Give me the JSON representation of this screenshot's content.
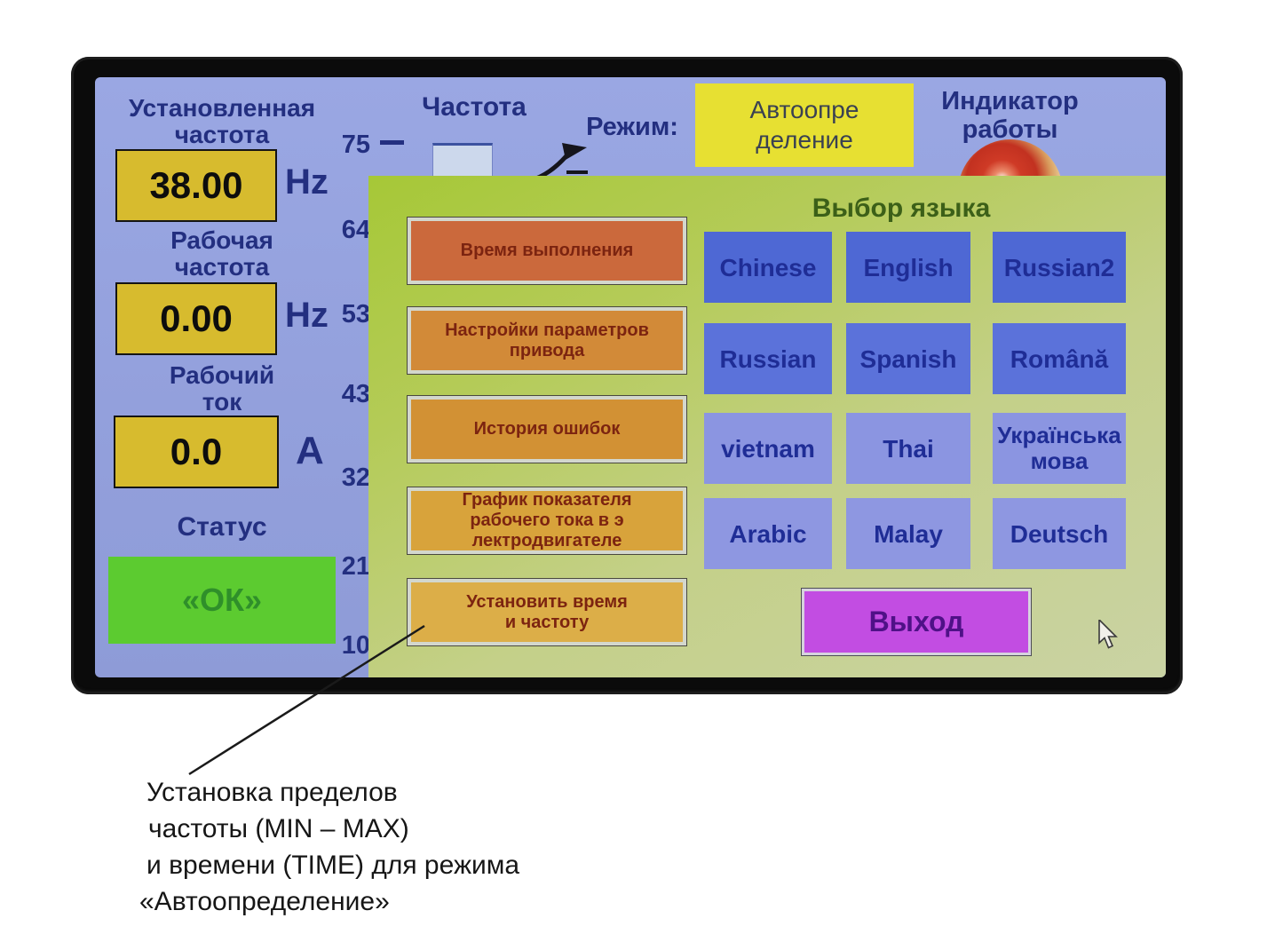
{
  "screen": {
    "set_frequency": {
      "label_lines": [
        "Установленная",
        "частота"
      ],
      "value": "38.00",
      "unit": "Hz"
    },
    "working_frequency": {
      "label_lines": [
        "Рабочая",
        "частота"
      ],
      "value": "0.00",
      "unit": "Hz"
    },
    "working_current": {
      "label_lines": [
        "Рабочий",
        "ток"
      ],
      "value": "0.0",
      "unit": "A"
    },
    "status": {
      "label": "Статус",
      "value": "«ОК»"
    },
    "frequency_chart": {
      "label": "Частота",
      "ticks": [
        "75",
        "64",
        "53",
        "43",
        "32",
        "21",
        "10"
      ]
    },
    "mode": {
      "label": "Режим:",
      "value_lines": [
        "Автоопре",
        "деление"
      ]
    },
    "run_indicator": {
      "label_lines": [
        "Индикатор",
        "работы"
      ]
    }
  },
  "dialog": {
    "title": "Выбор языка",
    "menu_buttons": [
      {
        "label_lines": [
          "Время выполнения"
        ],
        "color": "#cb693c"
      },
      {
        "label_lines": [
          "Настройки параметров",
          "привода"
        ],
        "color": "#d28a38"
      },
      {
        "label_lines": [
          "История ошибок"
        ],
        "color": "#d29134"
      },
      {
        "label_lines": [
          "График показателя",
          "рабочего тока в э",
          "лектродвигателе"
        ],
        "color": "#d8a33b"
      },
      {
        "label_lines": [
          "Установить время",
          "и частоту"
        ],
        "color": "#dcae48"
      }
    ],
    "languages": [
      [
        "Chinese",
        "English",
        "Russian2"
      ],
      [
        "Russian",
        "Spanish",
        "Română"
      ],
      [
        "vietnam",
        "Thai",
        "Українська мова"
      ],
      [
        "Arabic",
        "Malay",
        "Deutsch"
      ]
    ],
    "exit_label": "Выход"
  },
  "annotation": {
    "lines": [
      "Установка пределов",
      "частоты (MIN – MAX)",
      "и времени (TIME) для режима",
      "«Автоопределение»"
    ]
  },
  "colors": {
    "screen_bg": "#93a0dc",
    "dialog_bg_top": "#a6c837",
    "dialog_bg_bottom": "#cad3a4",
    "value_box_yellow": "#d7bb2e",
    "status_ok_green": "#5ccb30",
    "mode_button_yellow": "#e7e032",
    "language_button_blue": "#4e68d4",
    "language_button_light_blue": "#8b95e1",
    "exit_button_purple": "#c24de2",
    "label_navy": "#232f80",
    "dialog_title_green": "#3c6018",
    "menu_text_brown": "#7c2410"
  }
}
